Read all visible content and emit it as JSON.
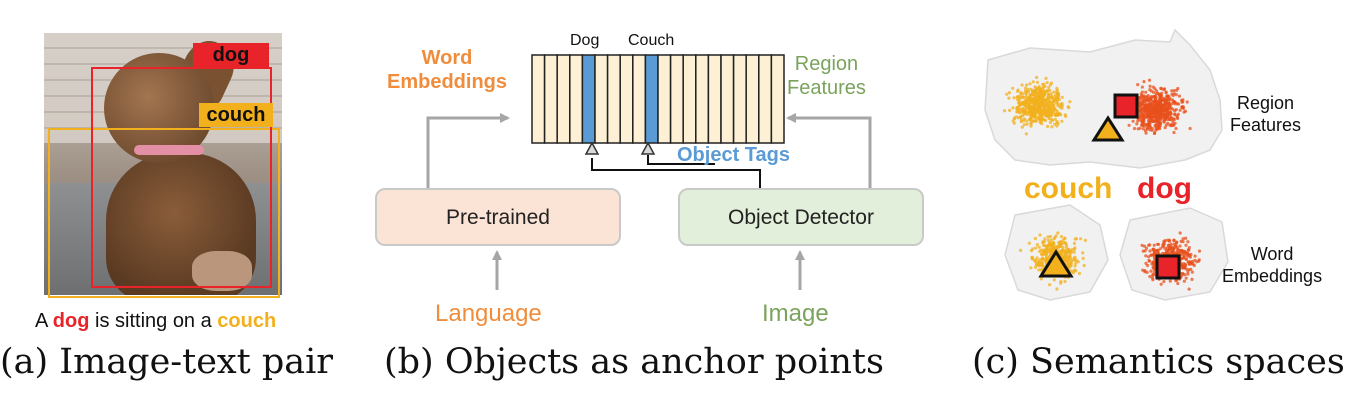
{
  "panel_a": {
    "tag_dog": "dog",
    "tag_couch": "couch",
    "sentence": {
      "prefix": "A ",
      "dog": "dog",
      "middle": " is sitting on a ",
      "couch": "couch"
    },
    "caption": "(a) Image-text pair"
  },
  "panel_b": {
    "word_embeddings": [
      "Word",
      "Embeddings"
    ],
    "region_features": [
      "Region",
      "Features"
    ],
    "token_dog": "Dog",
    "token_couch": "Couch",
    "object_tags": "Object Tags",
    "pretrained": "Pre-trained",
    "object_detector": "Object Detector",
    "language": "Language",
    "image": "Image",
    "caption": "(b) Objects as anchor points"
  },
  "panel_c": {
    "region_features": [
      "Region",
      "Features"
    ],
    "word_embeddings": [
      "Word",
      "Embeddings"
    ],
    "couch": "couch",
    "dog": "dog",
    "caption": "(c) Semantics spaces"
  },
  "colors": {
    "dog_red": "#e8232a",
    "couch_yellow": "#f2b01d",
    "language_orange": "#f08d3c",
    "image_green": "#7aa35c",
    "tag_blue": "#5b9bd5",
    "embedding_cell": "#fdf0d5"
  }
}
